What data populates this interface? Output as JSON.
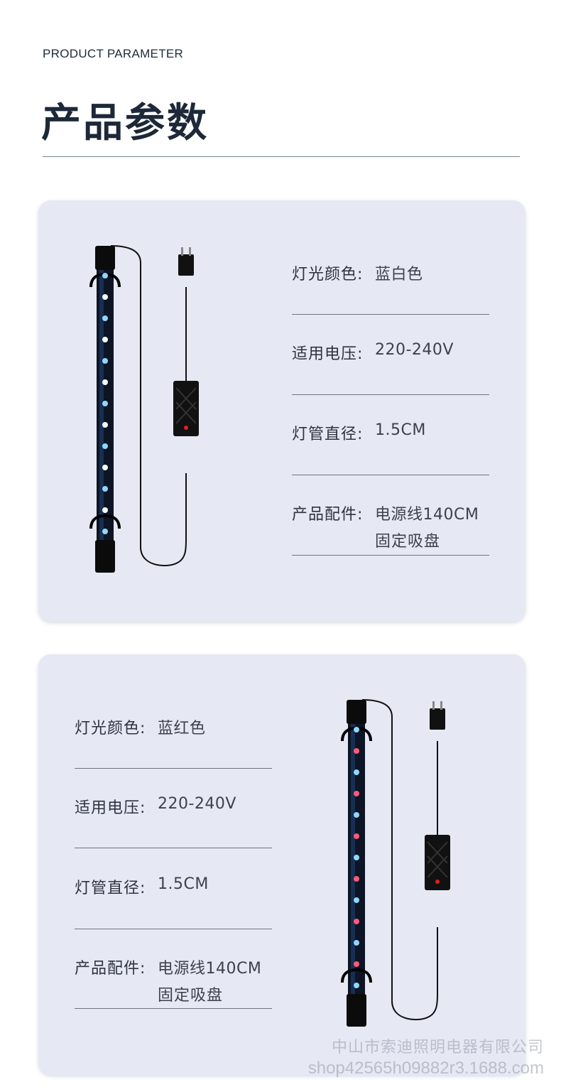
{
  "header": {
    "subtitle_en": "PRODUCT PARAMETER",
    "title_cn": "产品参数"
  },
  "card1": {
    "specs": [
      {
        "label": "灯光颜色:",
        "value": "蓝白色"
      },
      {
        "label": "适用电压:",
        "value": "220-240V"
      },
      {
        "label": "灯管直径:",
        "value": "1.5CM"
      },
      {
        "label": "产品配件:",
        "value": "电源线140CM",
        "value2": "固定吸盘"
      }
    ],
    "led_colors": [
      "#8fd6ff",
      "#ffffff"
    ]
  },
  "card2": {
    "specs": [
      {
        "label": "灯光颜色:",
        "value": "蓝红色"
      },
      {
        "label": "适用电压:",
        "value": "220-240V"
      },
      {
        "label": "灯管直径:",
        "value": "1.5CM"
      },
      {
        "label": "产品配件:",
        "value": "电源线140CM",
        "value2": "固定吸盘"
      }
    ],
    "led_colors": [
      "#8fd6ff",
      "#ff5a78"
    ]
  },
  "watermark": {
    "line1": "中山市索迪照明电器有限公司",
    "line2": "shop42565h09882r3.1688.com"
  }
}
